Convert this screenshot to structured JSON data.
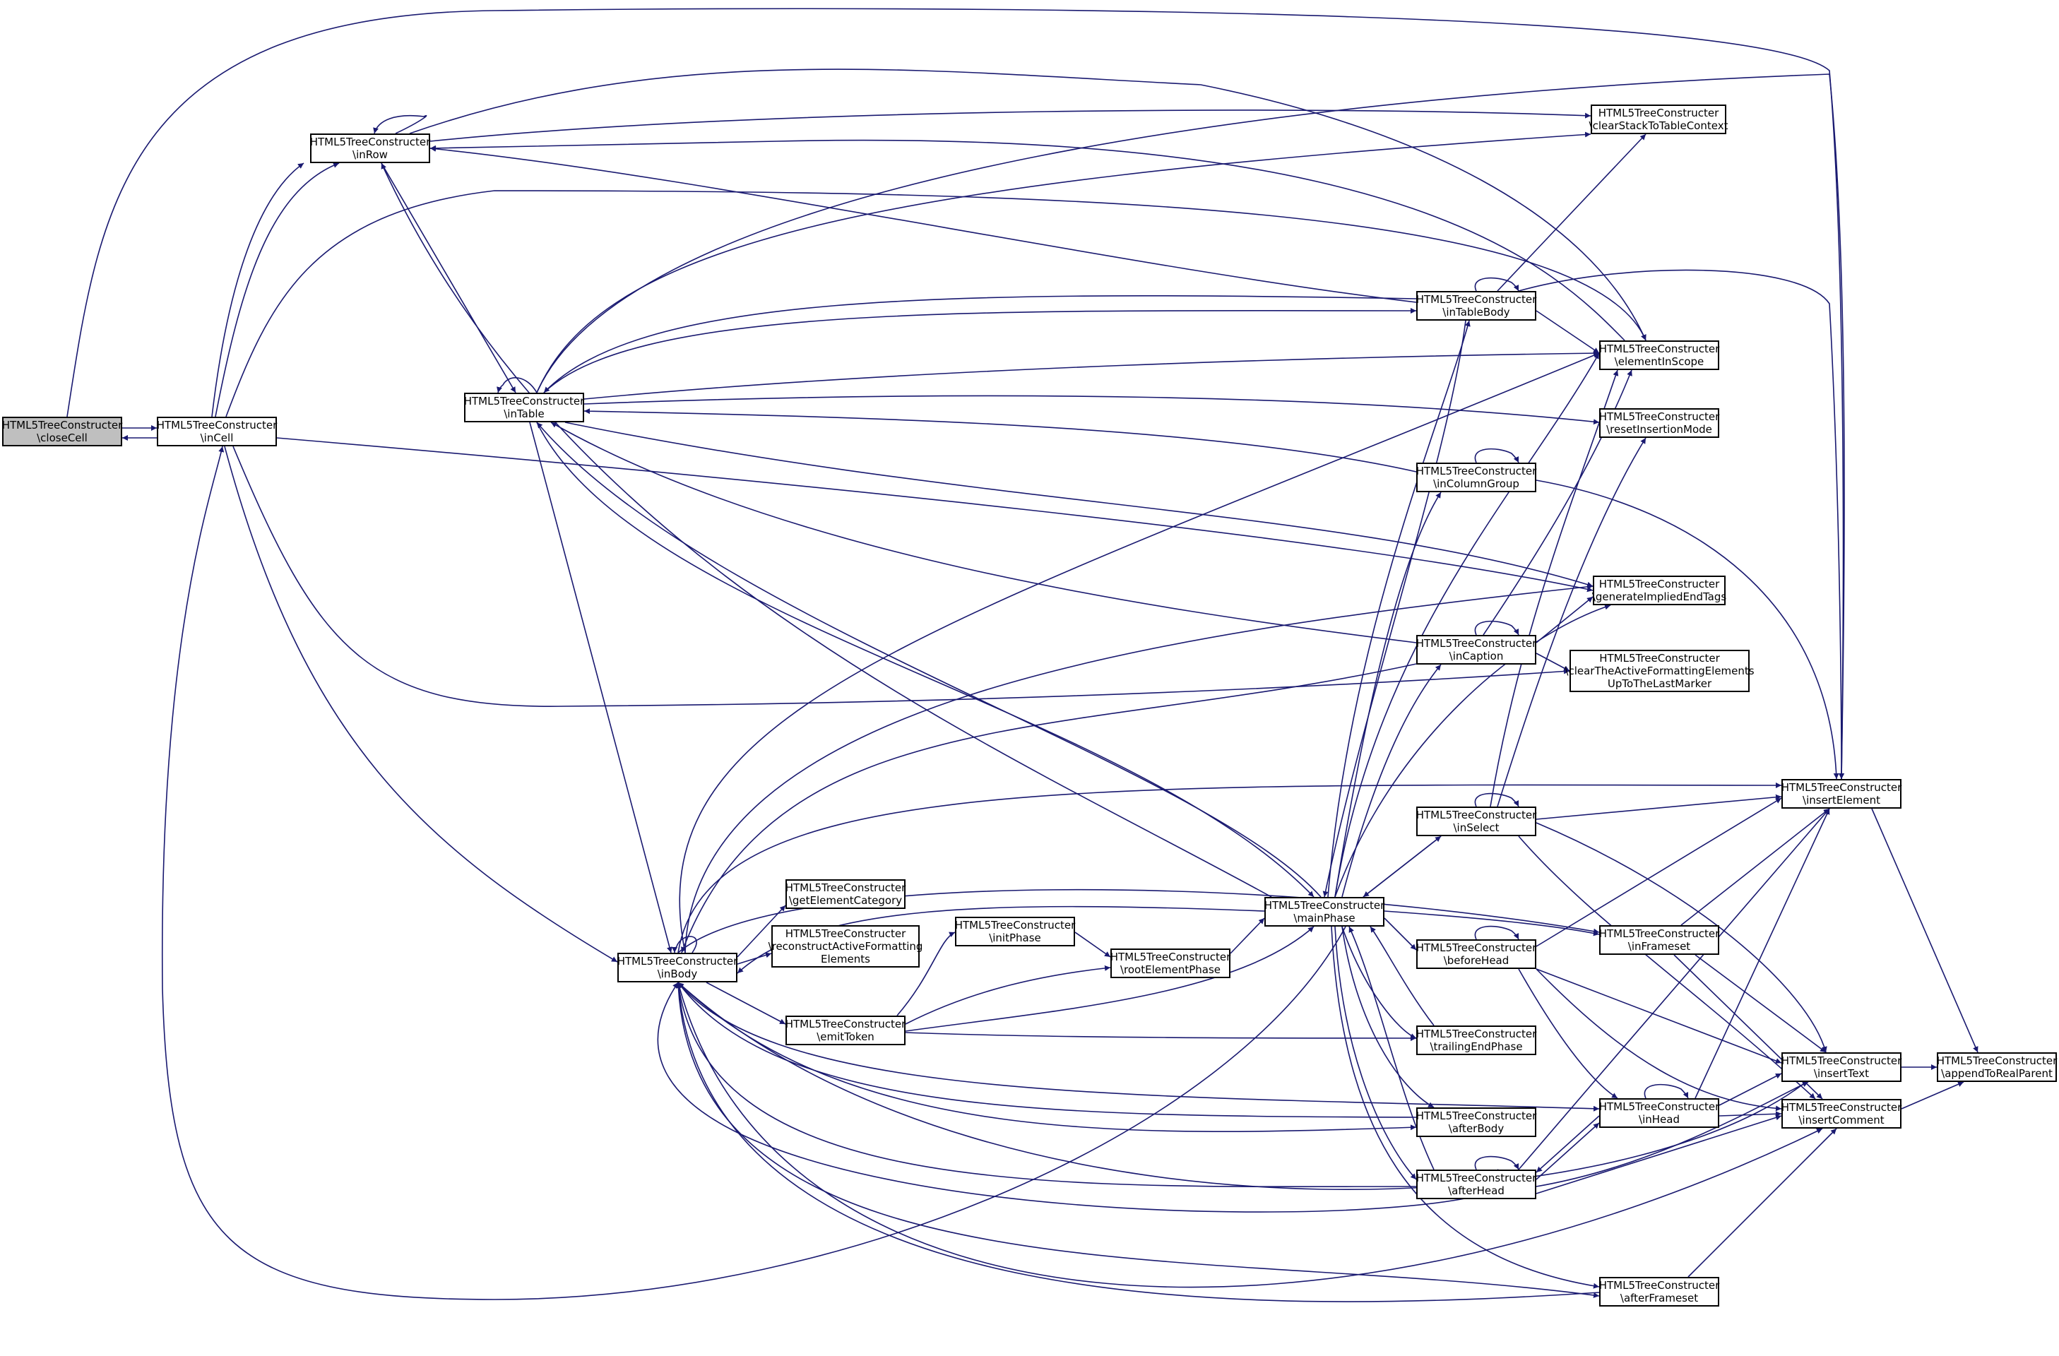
{
  "colors": {
    "edge": "#191970",
    "root_fill": "#bfbfbf",
    "node_fill": "#ffffff",
    "border": "#000000"
  },
  "nodes": {
    "closeCell": {
      "lines": [
        "HTML5TreeConstructer",
        "\\closeCell"
      ]
    },
    "inCell": {
      "lines": [
        "HTML5TreeConstructer",
        "\\inCell"
      ]
    },
    "inRow": {
      "lines": [
        "HTML5TreeConstructer",
        "\\inRow"
      ]
    },
    "inTable": {
      "lines": [
        "HTML5TreeConstructer",
        "\\inTable"
      ]
    },
    "inBody": {
      "lines": [
        "HTML5TreeConstructer",
        "\\inBody"
      ]
    },
    "getElementCategory": {
      "lines": [
        "HTML5TreeConstructer",
        "\\getElementCategory"
      ]
    },
    "reconstructActiveFormattingElements": {
      "lines": [
        "HTML5TreeConstructer",
        "\\reconstructActiveFormatting",
        "Elements"
      ]
    },
    "emitToken": {
      "lines": [
        "HTML5TreeConstructer",
        "\\emitToken"
      ]
    },
    "initPhase": {
      "lines": [
        "HTML5TreeConstructer",
        "\\initPhase"
      ]
    },
    "rootElementPhase": {
      "lines": [
        "HTML5TreeConstructer",
        "\\rootElementPhase"
      ]
    },
    "mainPhase": {
      "lines": [
        "HTML5TreeConstructer",
        "\\mainPhase"
      ]
    },
    "inTableBody": {
      "lines": [
        "HTML5TreeConstructer",
        "\\inTableBody"
      ]
    },
    "inColumnGroup": {
      "lines": [
        "HTML5TreeConstructer",
        "\\inColumnGroup"
      ]
    },
    "inCaption": {
      "lines": [
        "HTML5TreeConstructer",
        "\\inCaption"
      ]
    },
    "inSelect": {
      "lines": [
        "HTML5TreeConstructer",
        "\\inSelect"
      ]
    },
    "beforeHead": {
      "lines": [
        "HTML5TreeConstructer",
        "\\beforeHead"
      ]
    },
    "trailingEndPhase": {
      "lines": [
        "HTML5TreeConstructer",
        "\\trailingEndPhase"
      ]
    },
    "afterBody": {
      "lines": [
        "HTML5TreeConstructer",
        "\\afterBody"
      ]
    },
    "afterHead": {
      "lines": [
        "HTML5TreeConstructer",
        "\\afterHead"
      ]
    },
    "clearStackToTableContext": {
      "lines": [
        "HTML5TreeConstructer",
        "\\clearStackToTableContext"
      ]
    },
    "elementInScope": {
      "lines": [
        "HTML5TreeConstructer",
        "\\elementInScope"
      ]
    },
    "resetInsertionMode": {
      "lines": [
        "HTML5TreeConstructer",
        "\\resetInsertionMode"
      ]
    },
    "generateImpliedEndTags": {
      "lines": [
        "HTML5TreeConstructer",
        "\\generateImpliedEndTags"
      ]
    },
    "clearTheActiveFormattingElementsUpToTheLastMarker": {
      "lines": [
        "HTML5TreeConstructer",
        "\\clearTheActiveFormattingElements",
        "UpToTheLastMarker"
      ]
    },
    "inFrameset": {
      "lines": [
        "HTML5TreeConstructer",
        "\\inFrameset"
      ]
    },
    "inHead": {
      "lines": [
        "HTML5TreeConstructer",
        "\\inHead"
      ]
    },
    "afterFrameset": {
      "lines": [
        "HTML5TreeConstructer",
        "\\afterFrameset"
      ]
    },
    "insertElement": {
      "lines": [
        "HTML5TreeConstructer",
        "\\insertElement"
      ]
    },
    "insertText": {
      "lines": [
        "HTML5TreeConstructer",
        "\\insertText"
      ]
    },
    "insertComment": {
      "lines": [
        "HTML5TreeConstructer",
        "\\insertComment"
      ]
    },
    "appendToRealParent": {
      "lines": [
        "HTML5TreeConstructer",
        "\\appendToRealParent"
      ]
    }
  }
}
